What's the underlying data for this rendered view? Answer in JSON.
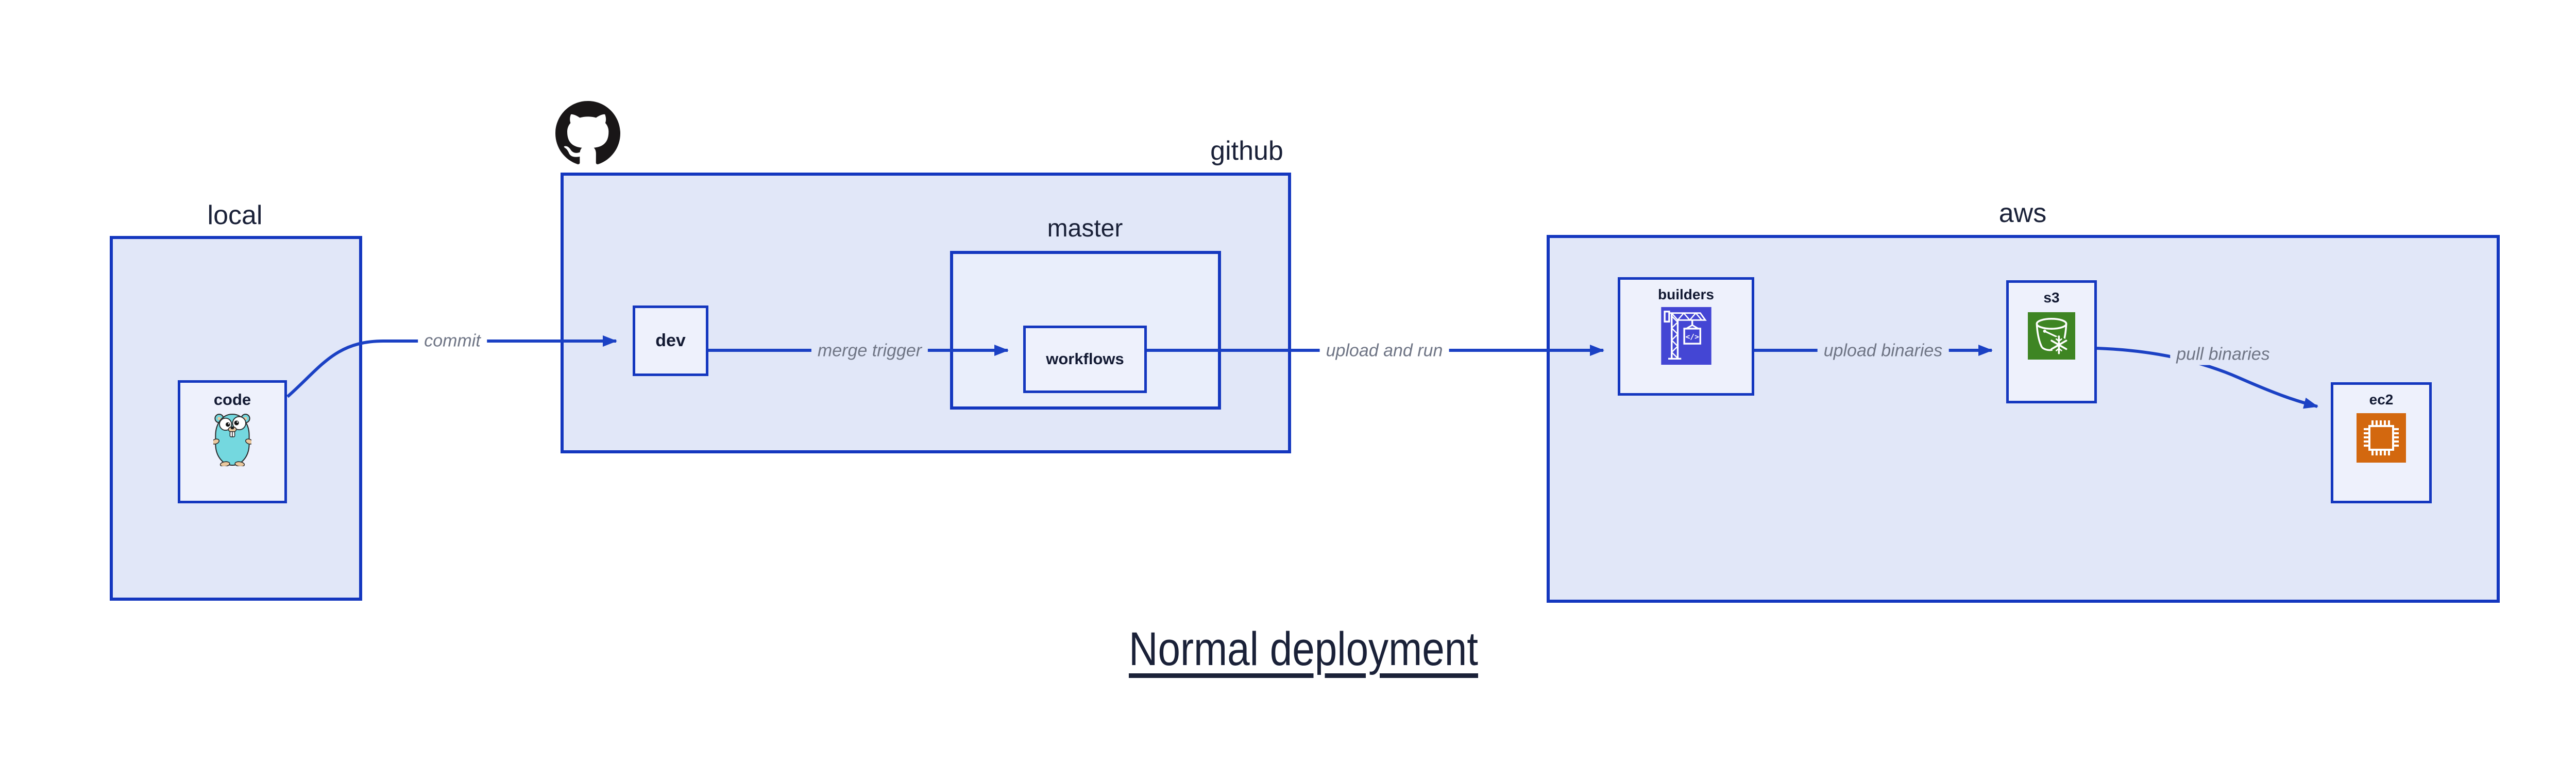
{
  "diagram": {
    "title": "Normal deployment",
    "groups": [
      {
        "id": "local",
        "label": "local"
      },
      {
        "id": "github",
        "label": "github"
      },
      {
        "id": "master",
        "label": "master"
      },
      {
        "id": "aws",
        "label": "aws"
      }
    ],
    "nodes": [
      {
        "id": "code",
        "label": "code",
        "icon": "go-gopher-icon"
      },
      {
        "id": "dev",
        "label": "dev"
      },
      {
        "id": "workflows",
        "label": "workflows"
      },
      {
        "id": "builders",
        "label": "builders",
        "icon": "codebuild-crane-icon"
      },
      {
        "id": "s3",
        "label": "s3",
        "icon": "s3-glacier-bucket-icon"
      },
      {
        "id": "ec2",
        "label": "ec2",
        "icon": "ec2-chip-icon"
      }
    ],
    "edges": [
      {
        "id": "commit",
        "from": "code",
        "to": "dev",
        "label": "commit"
      },
      {
        "id": "merge-trigger",
        "from": "dev",
        "to": "workflows",
        "label": "merge trigger"
      },
      {
        "id": "upload-and-run",
        "from": "workflows",
        "to": "builders",
        "label": "upload and run"
      },
      {
        "id": "upload-binaries",
        "from": "builders",
        "to": "s3",
        "label": "upload binaries"
      },
      {
        "id": "pull-binaries",
        "from": "s3",
        "to": "ec2",
        "label": "pull binaries"
      }
    ],
    "icon_text": {
      "codebuild_symbol": "</>"
    },
    "colors": {
      "border": "#1437bf",
      "arrow": "#1b41c4",
      "outer_fill": "#e1e7f8",
      "mid_fill": "#e9eefb",
      "node_fill": "#eef1fc",
      "heading_text": "#1a2138",
      "node_text": "#131a33",
      "edge_text": "#6f7585",
      "title_text": "#1a2138",
      "github_mark": "#191617",
      "builders_icon_bg": "#4446d4",
      "s3_icon_bg": "#3e8523",
      "ec2_icon_bg": "#d3680f",
      "gopher_body": "#74d8df",
      "gopher_skin": "#eac89e"
    }
  }
}
